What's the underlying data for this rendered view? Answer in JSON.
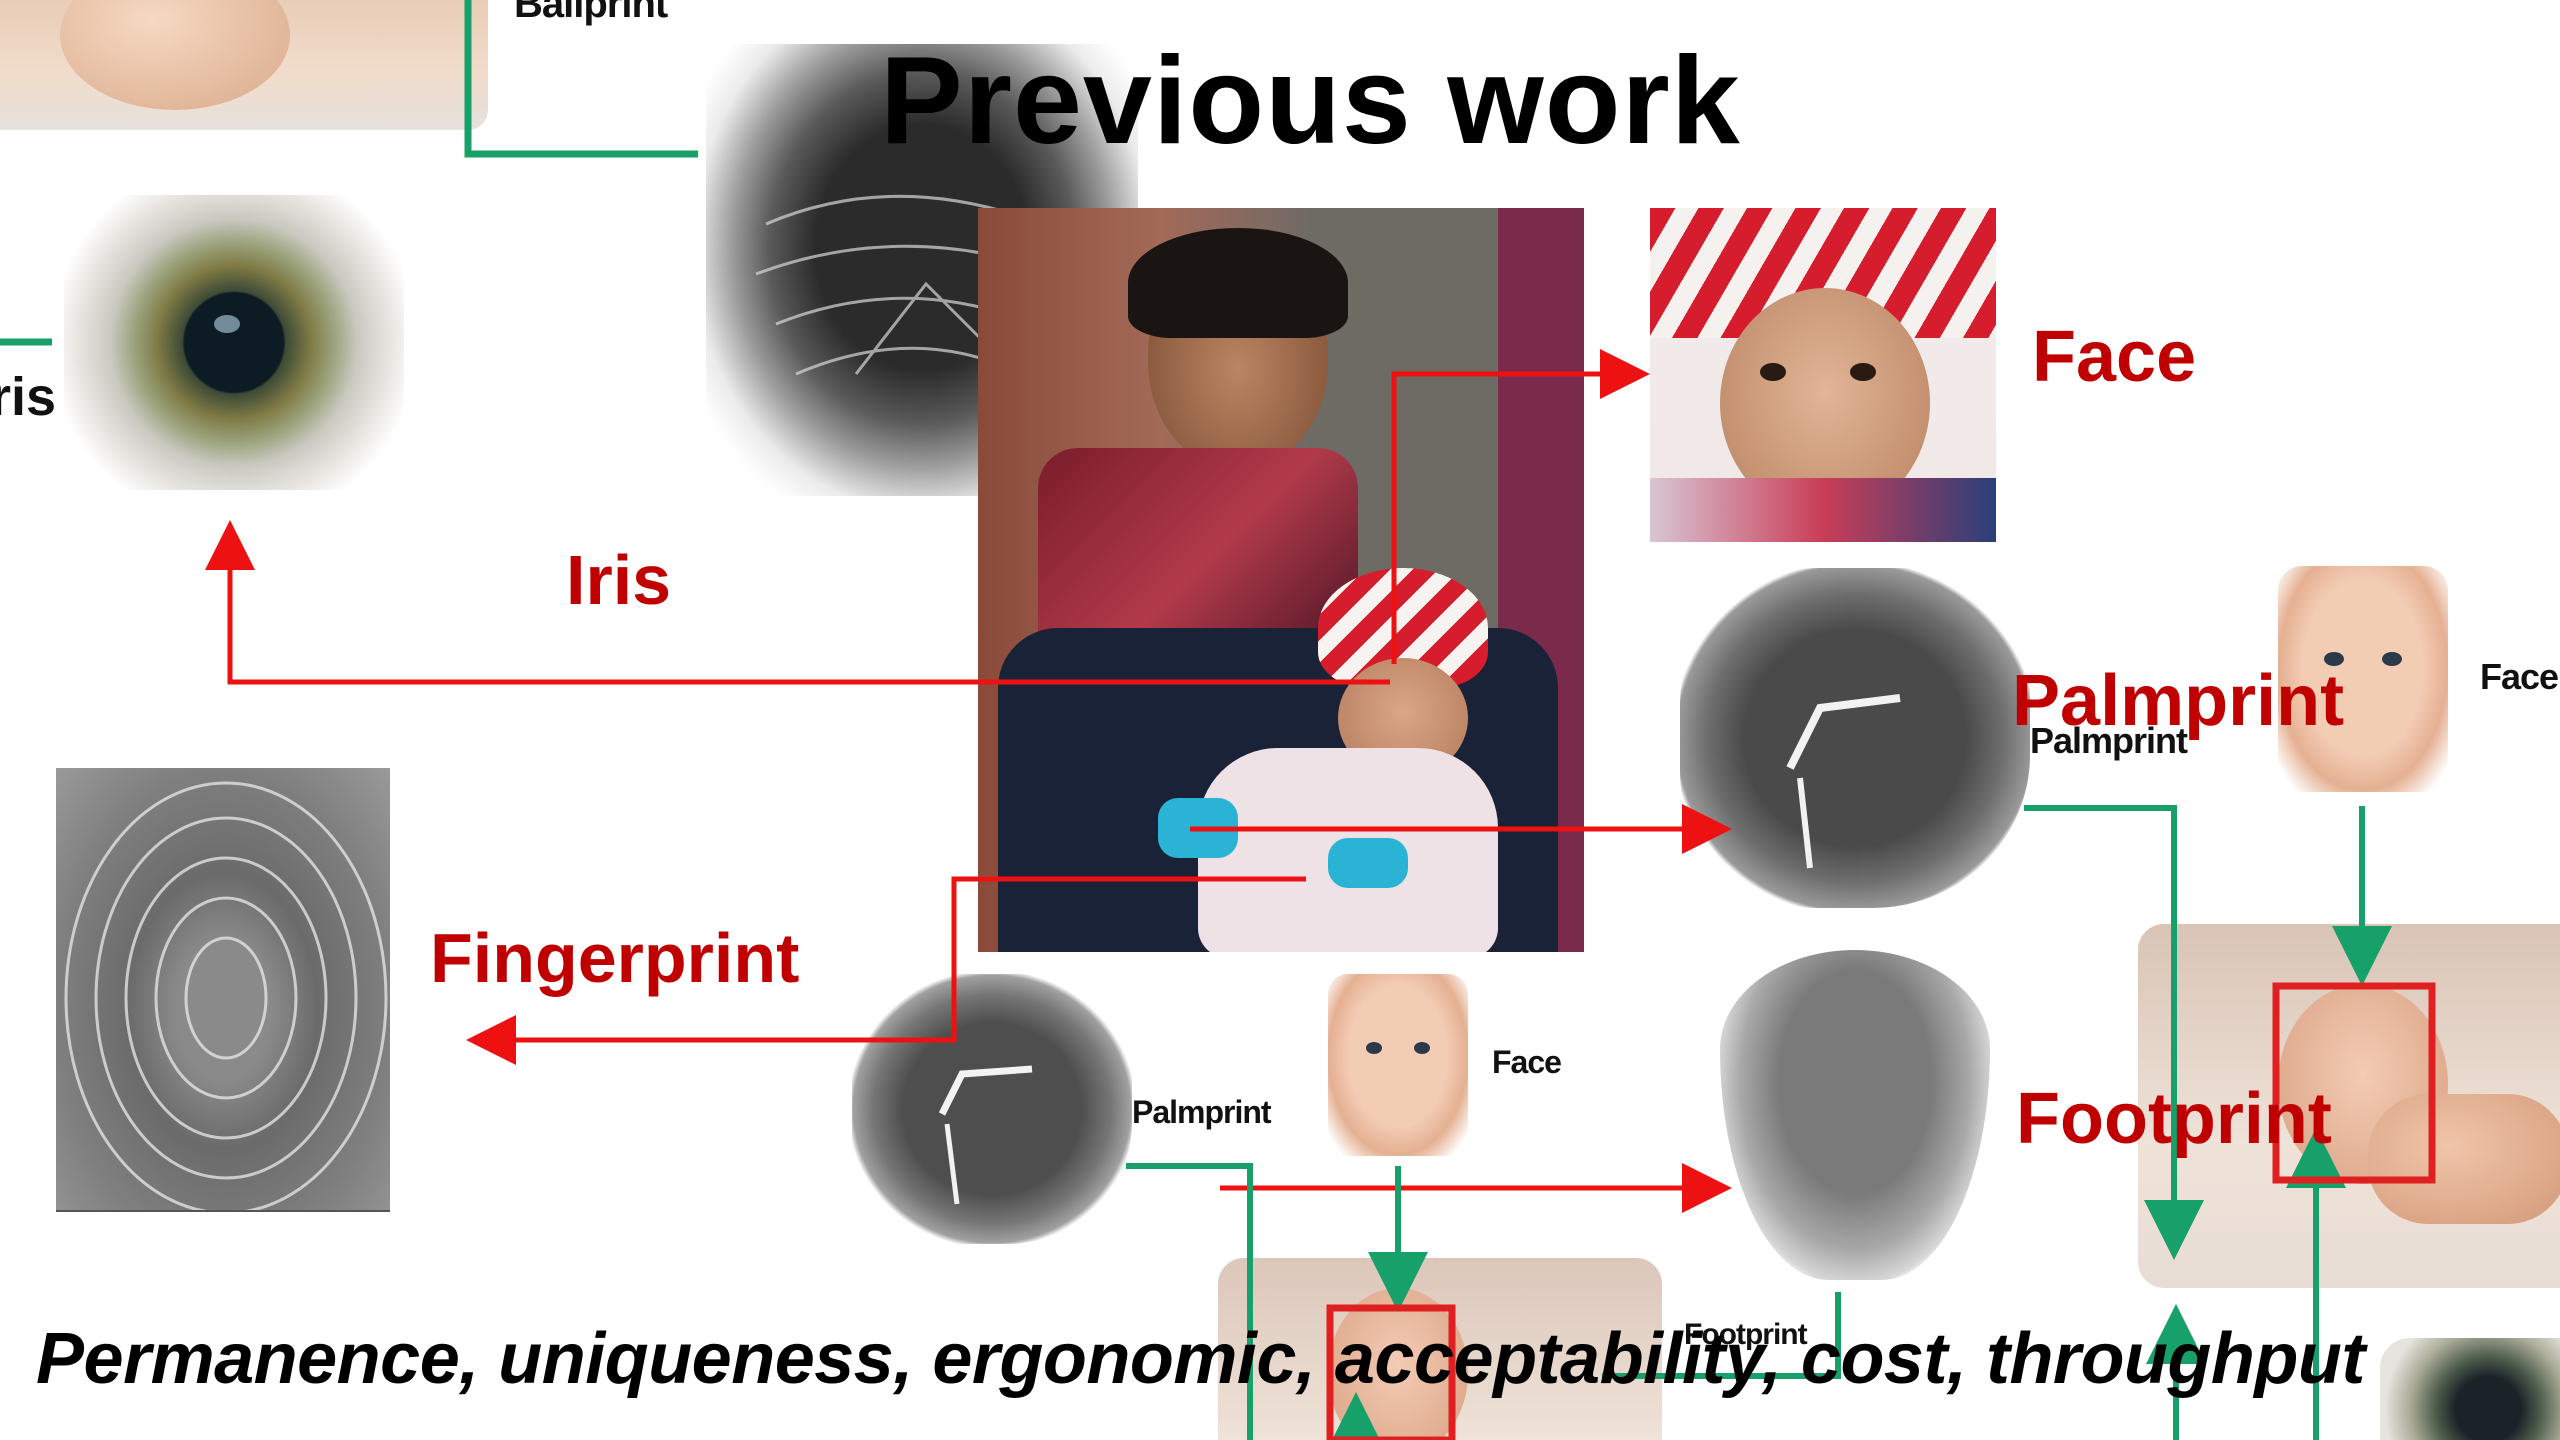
{
  "slide": {
    "title": "Previous work",
    "footer": "Permanence, uniqueness, ergonomic, acceptability, cost, throughput",
    "labels": {
      "face": "Face",
      "iris": "Iris",
      "palmprint": "Palmprint",
      "fingerprint": "Fingerprint",
      "footprint": "Footprint"
    },
    "inset_labels": {
      "ballprint": "Ballprint",
      "iris_partial": "ris",
      "palmprint_small_right": "Palmprint",
      "face_small_right": "Face",
      "palmprint_small_center": "Palmprint",
      "face_small_center": "Face",
      "footprint_small": "Footprint"
    },
    "colors": {
      "label_red": "#c00000",
      "arrow_red": "#ee1111",
      "arrow_green": "#18a06a",
      "box_red": "#e02020"
    }
  }
}
